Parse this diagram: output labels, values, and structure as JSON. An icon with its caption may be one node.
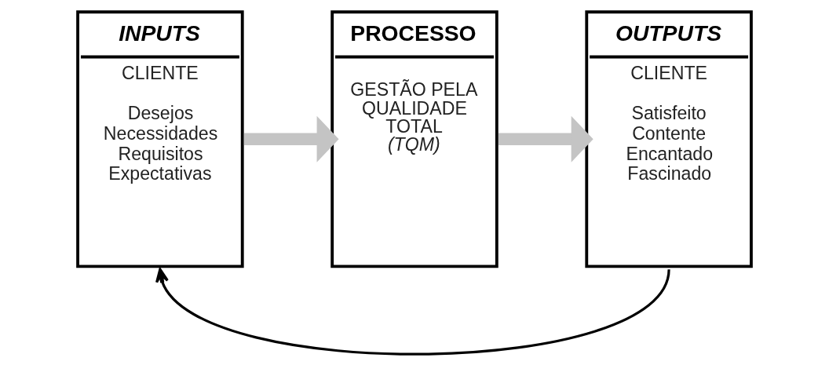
{
  "diagram": {
    "nodes": [
      {
        "text": [
          "INPUTS",
          "CLIENTE",
          "Desejos",
          "Necessidades",
          "Requisitos",
          "Expectativas"
        ]
      },
      {
        "text": [
          "PROCESSO",
          "GESTÃO PELA QUALIDADE TOTAL",
          "(TQM)"
        ]
      },
      {
        "text": [
          "OUTPUTS",
          "CLIENTE",
          "Satisfeito",
          "Contente",
          "Encantado",
          "Fascinado"
        ]
      }
    ],
    "edges": [
      {
        "from": 0,
        "to": 1,
        "arrow": "to"
      },
      {
        "from": 1,
        "to": 2,
        "arrow": "to"
      },
      {
        "from": 2,
        "to": 0,
        "arrow": "to",
        "color": "#000000"
      }
    ]
  }
}
